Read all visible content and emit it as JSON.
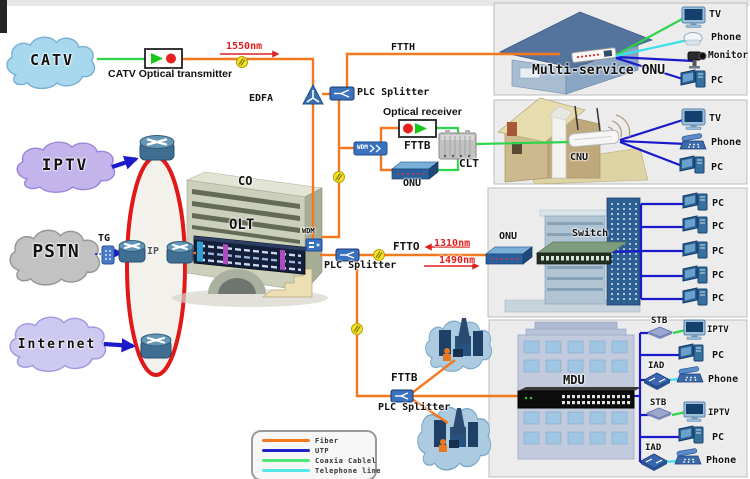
{
  "clouds": {
    "catv": "CATV",
    "iptv": "IPTV",
    "pstn": "PSTN",
    "internet": "Internet"
  },
  "core": {
    "tg": "TG",
    "ip": "IP",
    "co": "CO",
    "olt": "OLT",
    "wdm_olt": "WDM",
    "edfa": "EDFA"
  },
  "optical_path": {
    "transmitter": "CATV Optical transmitter",
    "receiver": "Optical receiver",
    "ftth": "FTTH",
    "fttb_receiver": "FTTB",
    "ftto": "FTTO",
    "fttb_mdu": "FTTB",
    "plc1": "PLC Splitter",
    "plc2": "PLC Splitter",
    "plc3": "PLC Splitter",
    "wdm_branch": "WDM",
    "onu_branch": "ONU",
    "clt": "CLT"
  },
  "wavelengths": {
    "video": "1550nm",
    "upstream": "1310nm",
    "downstream": "1490nm"
  },
  "panel_home": {
    "onu": "Multi-service ONU",
    "devices": [
      "TV",
      "Phone",
      "Monitor",
      "PC"
    ]
  },
  "panel_coax": {
    "cnu": "CNU",
    "devices": [
      "TV",
      "Phone",
      "PC"
    ]
  },
  "panel_office": {
    "onu": "ONU",
    "switch": "Switch",
    "devices": [
      "PC",
      "PC",
      "PC",
      "PC",
      "PC"
    ]
  },
  "panel_mdu": {
    "mdu": "MDU",
    "units": [
      {
        "tag": "STB",
        "label": "IPTV"
      },
      {
        "label": "PC"
      },
      {
        "tag": "IAD",
        "label": "Phone"
      },
      {
        "tag": "STB",
        "label": "IPTV"
      },
      {
        "label": "PC"
      },
      {
        "tag": "IAD",
        "label": "Phone"
      }
    ]
  },
  "legend": {
    "items": [
      {
        "label": "Fiber",
        "color": "#f4781e"
      },
      {
        "label": "UTP",
        "color": "#2222cc"
      },
      {
        "label": "Coaxia Cablel",
        "color": "#50e878"
      },
      {
        "label": "Telephone line",
        "color": "#55e8e8"
      }
    ]
  },
  "colors": {
    "fiber": "#f4781e",
    "utp": "#1a1acc",
    "coax": "#2ed44a",
    "phone_line": "#3ae0e8",
    "accent_red": "#e02020"
  }
}
